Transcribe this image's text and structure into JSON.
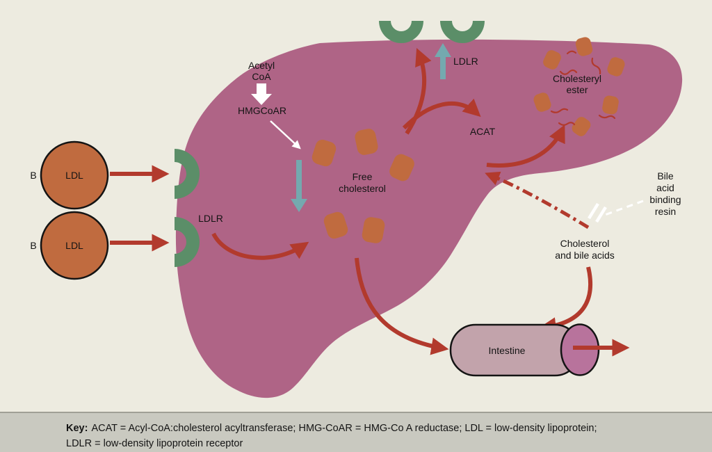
{
  "colors": {
    "background": "#EDEBE0",
    "liver": "#AF6486",
    "ldl": "#C06B3F",
    "receptor": "#5B8E68",
    "arrow_red": "#B23A2D",
    "arrow_teal": "#74A9AF",
    "intestine_body": "#C2A3AB",
    "intestine_end": "#B8739C",
    "key_background": "#C9C9C0",
    "outline": "#141414"
  },
  "liver_diagram": {
    "acetyl_coa_line1": "Acetyl",
    "acetyl_coa_line2": "CoA",
    "hmgcoar": "HMGCoAR",
    "ldlr_top": "LDLR",
    "ldlr_left": "LDLR",
    "acat": "ACAT",
    "cholesteryl_ester_line1": "Cholesteryl",
    "cholesteryl_ester_line2": "ester",
    "free_cholesterol_line1": "Free",
    "free_cholesterol_line2": "cholesterol"
  },
  "ldl_particles": {
    "apo_b_1": "B",
    "ldl_1": "LDL",
    "apo_b_2": "B",
    "ldl_2": "LDL"
  },
  "right_side": {
    "bile_resin_line1": "Bile",
    "bile_resin_line2": "acid",
    "bile_resin_line3": "binding",
    "bile_resin_line4": "resin",
    "chol_bile_line1": "Cholesterol",
    "chol_bile_line2": "and bile acids",
    "intestine": "Intestine"
  },
  "key": {
    "label": "Key:",
    "line1": "ACAT = Acyl-CoA:cholesterol acyltransferase; HMG-CoAR = HMG-Co A reductase; LDL = low-density lipoprotein;",
    "line2": "LDLR = low-density lipoprotein receptor"
  }
}
